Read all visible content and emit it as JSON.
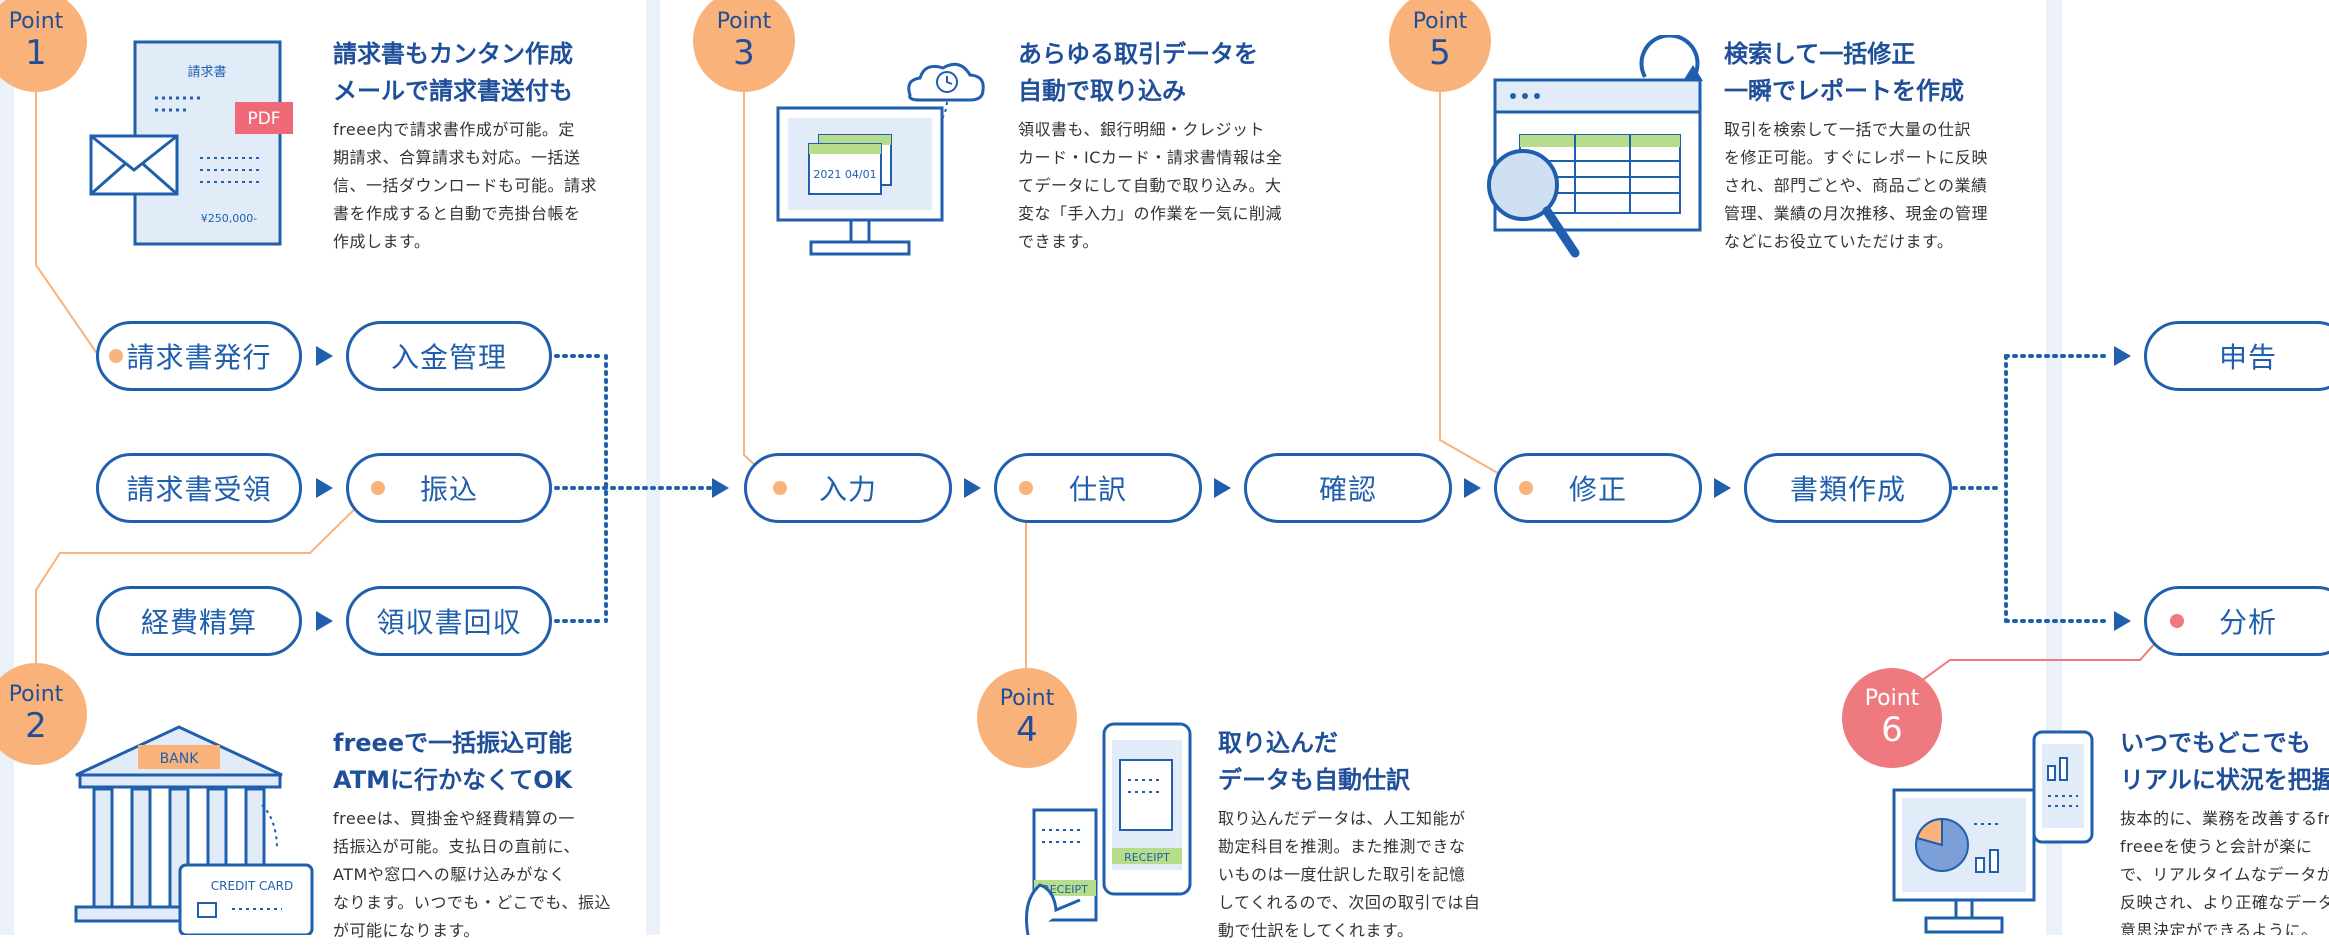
{
  "flow": {
    "invoice_issue": "請求書発行",
    "payment_mgmt": "入金管理",
    "invoice_receive": "請求書受領",
    "transfer": "振込",
    "expense": "経費精算",
    "receipt_collect": "領収書回収",
    "input": "入力",
    "journal": "仕訳",
    "check": "確認",
    "fix": "修正",
    "docs": "書類作成",
    "filing": "申告",
    "analysis": "分析"
  },
  "points": [
    {
      "label": "Point",
      "num": "1",
      "title": [
        "請求書もカンタン作成",
        "メールで請求書送付も"
      ],
      "text": [
        "freee内で請求書作成が可能。定",
        "期請求、合算請求も対応。一括送",
        "信、一括ダウンロードも可能。請求",
        "書を作成すると自動で売掛台帳を",
        "作成します。"
      ]
    },
    {
      "label": "Point",
      "num": "2",
      "title": [
        "freeeで一括振込可能",
        "ATMに行かなくてOK"
      ],
      "text": [
        "freeeは、買掛金や経費精算の一",
        "括振込が可能。支払日の直前に、",
        "ATMや窓口への駆け込みがなく",
        "なります。いつでも・どこでも、振込",
        "が可能になります。"
      ]
    },
    {
      "label": "Point",
      "num": "3",
      "title": [
        "あらゆる取引データを",
        "自動で取り込み"
      ],
      "text": [
        "領収書も、銀行明細・クレジット",
        "カード・ICカード・請求書情報は全",
        "てデータにして自動で取り込み。大",
        "変な「手入力」の作業を一気に削減",
        "できます。"
      ]
    },
    {
      "label": "Point",
      "num": "4",
      "title": [
        "取り込んだ",
        "データも自動仕訳"
      ],
      "text": [
        "取り込んだデータは、人工知能が",
        "勘定科目を推測。また推測できな",
        "いものは一度仕訳した取引を記憶",
        "してくれるので、次回の取引では自",
        "動で仕訳をしてくれます。"
      ]
    },
    {
      "label": "Point",
      "num": "5",
      "title": [
        "検索して一括修正",
        "一瞬でレポートを作成"
      ],
      "text": [
        "取引を検索して一括で大量の仕訳",
        "を修正可能。すぐにレポートに反映",
        "され、部門ごとや、商品ごとの業績",
        "管理、業績の月次推移、現金の管理",
        "などにお役立ていただけます。"
      ]
    },
    {
      "label": "Point",
      "num": "6",
      "title": [
        "いつでもどこでも",
        "リアルに状況を把握"
      ],
      "text": [
        "抜本的に、業務を改善するfreee",
        "freeeを使うと会計が楽に",
        "で、リアルタイムなデータが",
        "反映され、より正確なデータ",
        "意思決定ができるように。"
      ]
    }
  ],
  "icons": {
    "invoice_doc_title": "請求書",
    "pdf_tag": "PDF",
    "invoice_amount": "¥250,000-",
    "date_card": "2021 04/01",
    "bank_sign": "BANK",
    "credit_card": "CREDIT CARD",
    "receipt_tag": "RECEIPT"
  },
  "colors": {
    "orange": "#f9b279",
    "pink": "#ee7a80",
    "blue": "#1f5fae",
    "band": "#eaf1f9"
  }
}
